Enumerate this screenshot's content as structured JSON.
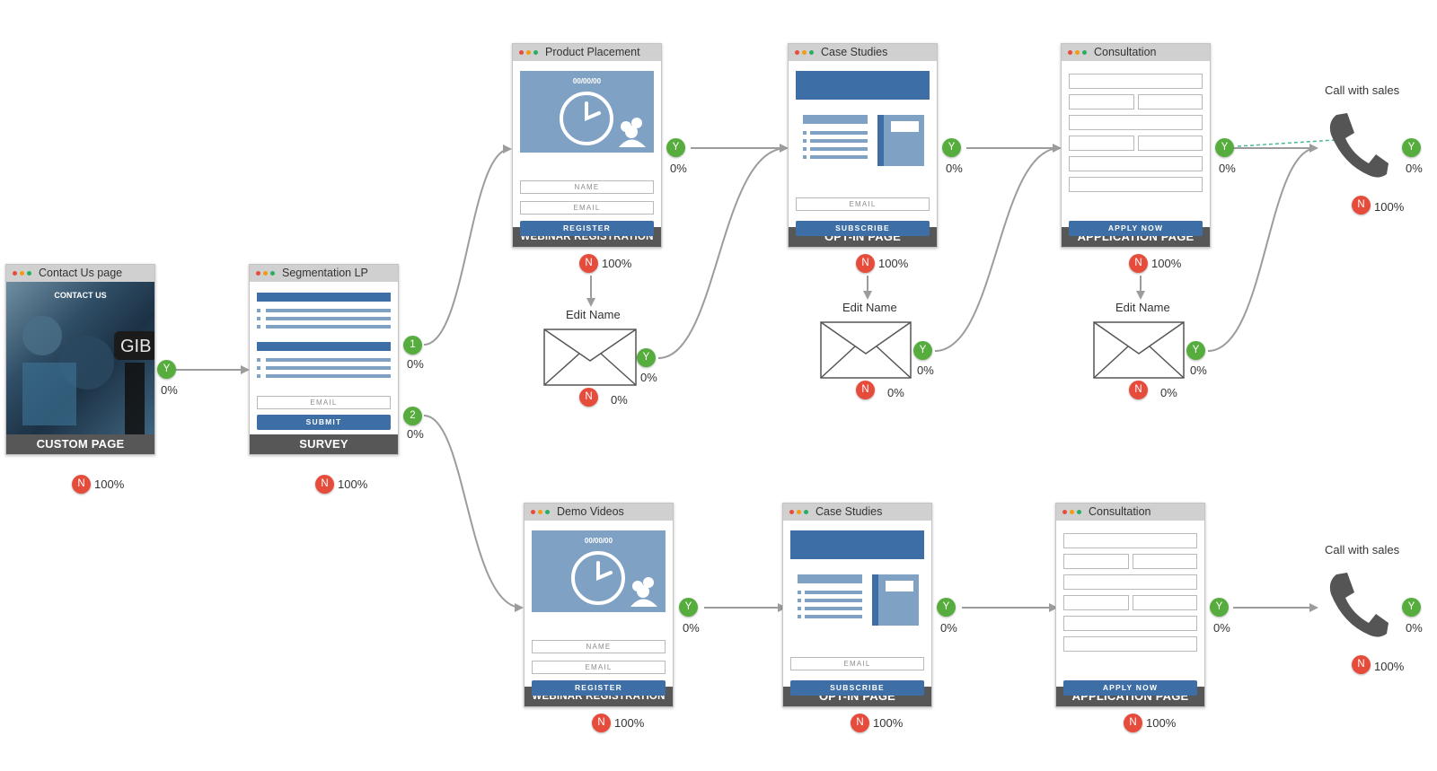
{
  "colors": {
    "accent_blue": "#3d6ea5",
    "hero_blue": "#7fa1c4",
    "yes_green": "#56ad3e",
    "no_red": "#e64c3c",
    "footer_gray": "#575757",
    "connector": "#9c9c9c"
  },
  "steps": {
    "contact": {
      "title": "Contact Us page",
      "footer": "CUSTOM PAGE",
      "photo_text": "CONTACT US",
      "yes_pct": "0%",
      "no_pct": "100%",
      "icon": "browser-window-icon"
    },
    "survey": {
      "title": "Segmentation LP",
      "footer": "SURVEY",
      "email": "EMAIL",
      "submit": "SUBMIT",
      "opt1": "1",
      "opt1_pct": "0%",
      "opt2": "2",
      "opt2_pct": "0%",
      "no_pct": "100%"
    },
    "top_webinar": {
      "title": "Product Placement",
      "footer": "WEBINAR REGISTRATION",
      "date": "00/00/00",
      "name": "NAME",
      "email": "EMAIL",
      "button": "REGISTER",
      "yes_pct": "0%",
      "no_pct": "100%"
    },
    "top_edit1": {
      "title": "Edit Name",
      "yes_pct": "0%",
      "no_pct": "0%",
      "icon": "envelope-icon"
    },
    "top_optin": {
      "title": "Case Studies",
      "footer": "OPT-IN PAGE",
      "email": "EMAIL",
      "button": "SUBSCRIBE",
      "yes_pct": "0%",
      "no_pct": "100%"
    },
    "top_edit2": {
      "title": "Edit Name",
      "yes_pct": "0%",
      "no_pct": "0%",
      "icon": "envelope-icon"
    },
    "top_app": {
      "title": "Consultation",
      "footer": "APPLICATION PAGE",
      "button": "APPLY NOW",
      "yes_pct": "0%",
      "no_pct": "100%"
    },
    "top_edit3": {
      "title": "Edit Name",
      "yes_pct": "0%",
      "no_pct": "0%",
      "icon": "envelope-icon"
    },
    "top_call": {
      "title": "Call with sales",
      "yes_pct": "0%",
      "no_pct": "100%",
      "icon": "phone-icon"
    },
    "bot_webinar": {
      "title": "Demo Videos",
      "footer": "WEBINAR REGISTRATION",
      "date": "00/00/00",
      "name": "NAME",
      "email": "EMAIL",
      "button": "REGISTER",
      "yes_pct": "0%",
      "no_pct": "100%"
    },
    "bot_optin": {
      "title": "Case Studies",
      "footer": "OPT-IN PAGE",
      "email": "EMAIL",
      "button": "SUBSCRIBE",
      "yes_pct": "0%",
      "no_pct": "100%"
    },
    "bot_app": {
      "title": "Consultation",
      "footer": "APPLICATION PAGE",
      "button": "APPLY NOW",
      "yes_pct": "0%",
      "no_pct": "100%"
    },
    "bot_call": {
      "title": "Call with sales",
      "yes_pct": "0%",
      "no_pct": "100%",
      "icon": "phone-icon"
    }
  },
  "badges": {
    "yes": "Y",
    "no": "N"
  }
}
